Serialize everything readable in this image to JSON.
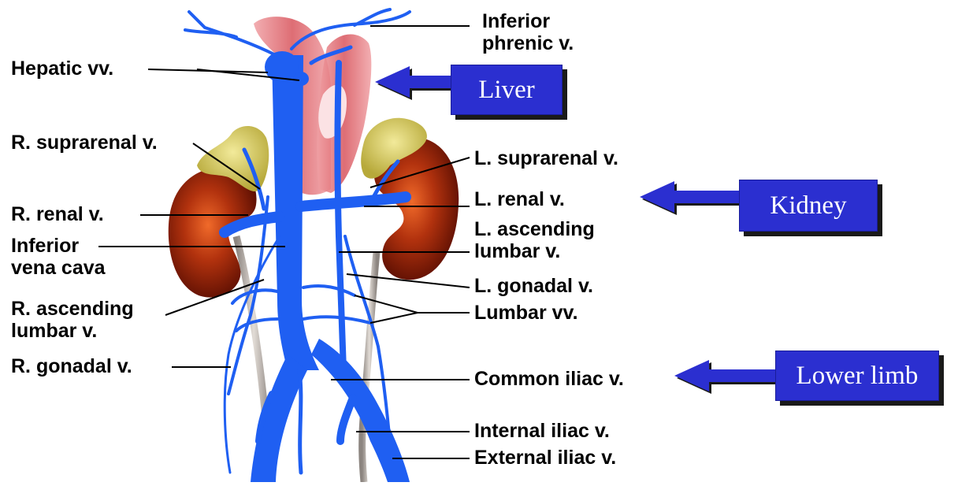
{
  "left_labels": {
    "hepatic": "Hepatic vv.",
    "r_suprarenal": "R. suprarenal v.",
    "r_renal": "R. renal v.",
    "ivc_line1": "Inferior",
    "ivc_line2": "vena cava",
    "r_asc_line1": "R. ascending",
    "r_asc_line2": "lumbar v.",
    "r_gonadal": "R. gonadal v."
  },
  "right_labels": {
    "phrenic_line1": "Inferior",
    "phrenic_line2": "phrenic v.",
    "l_suprarenal": "L. suprarenal v.",
    "l_renal": "L. renal v.",
    "l_asc_line1": "L. ascending",
    "l_asc_line2": "lumbar v.",
    "l_gonadal": "L. gonadal v.",
    "lumbar": "Lumbar vv.",
    "common_iliac": "Common iliac v.",
    "internal_iliac": "Internal iliac v.",
    "external_iliac": "External iliac v."
  },
  "callouts": {
    "liver": "Liver",
    "kidney": "Kidney",
    "lower_limb": "Lower limb"
  },
  "colors": {
    "vein": "#1f5ff2",
    "kidney": "#8b1e08",
    "adrenal": "#d9cc5a",
    "liver_tissue": "#e07a7f",
    "callout_box": "#2b2fd0",
    "arrow": "#2b2fd0"
  }
}
